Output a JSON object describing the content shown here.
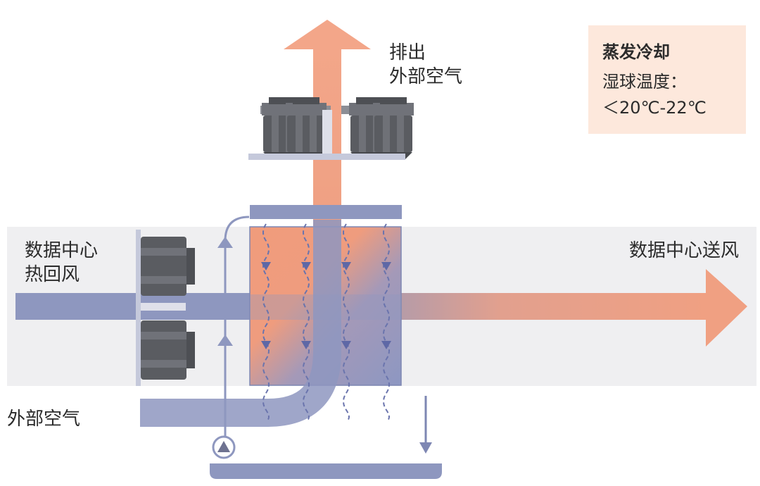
{
  "labels": {
    "exhaust_line1": "排出",
    "exhaust_line2": "外部空气",
    "return_air_line1": "数据中心",
    "return_air_line2": "热回风",
    "supply_air": "数据中心送风",
    "outside_air": "外部空气"
  },
  "info_box": {
    "title": "蒸发冷却",
    "line1": "湿球温度：",
    "line2": "＜20℃-22℃"
  },
  "colors": {
    "band": "#efeff1",
    "duct_blue": "#8e97bf",
    "warm_orange": "#f0a082",
    "fan_gray": "#5a5c61",
    "info_bg": "#fde8dc"
  }
}
